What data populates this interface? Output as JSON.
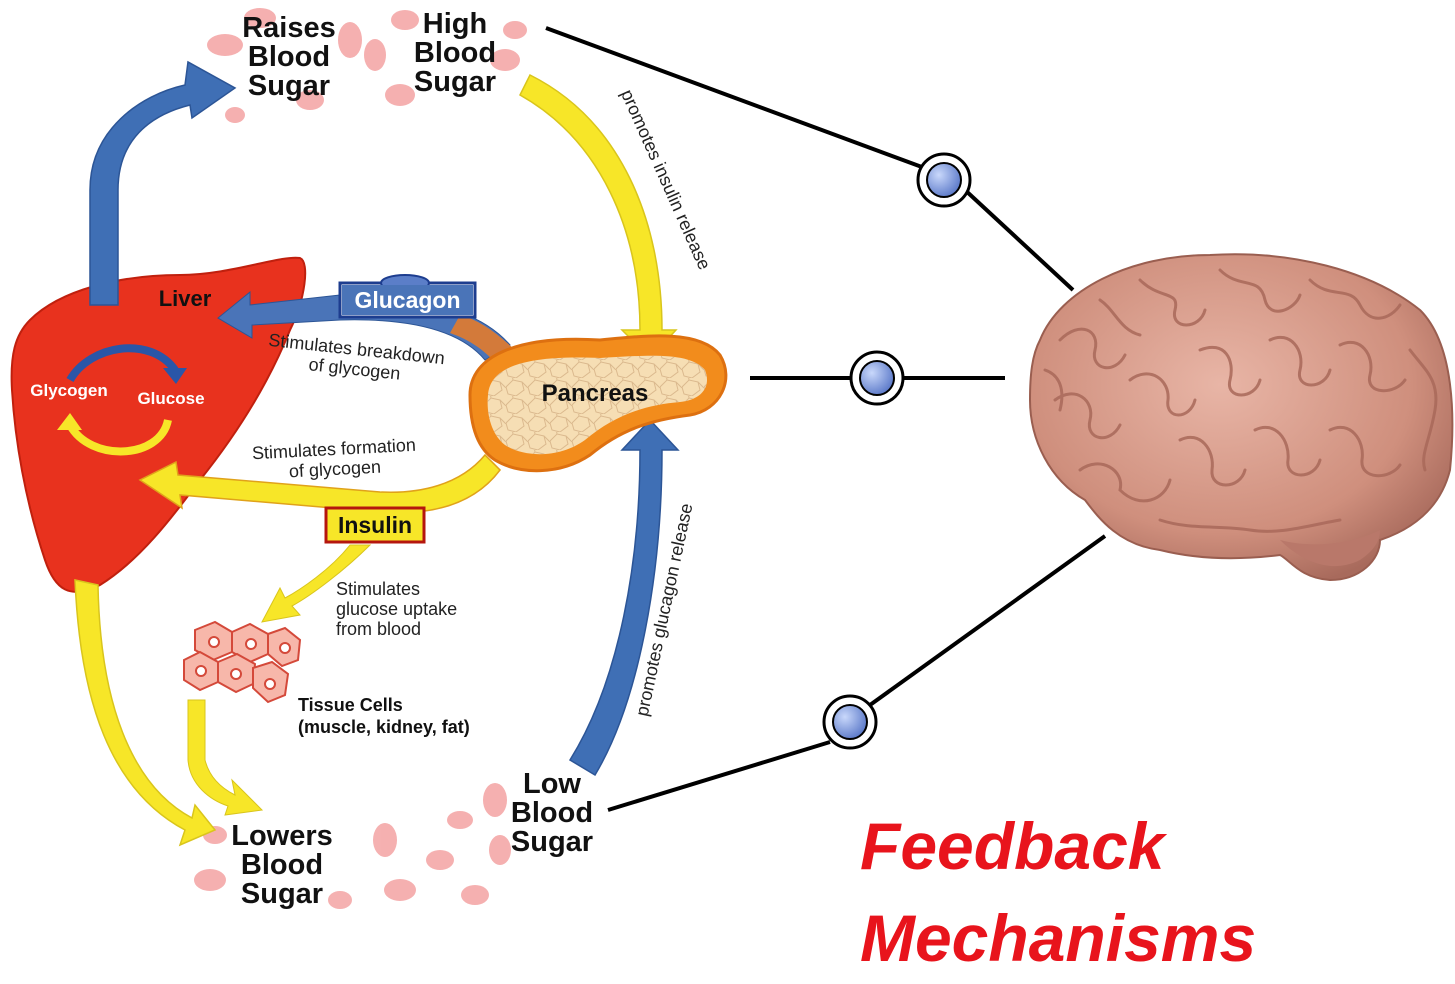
{
  "blood_states": {
    "raises": "Raises\nBlood\nSugar",
    "high": "High\nBlood\nSugar",
    "low": "Low\nBlood\nSugar",
    "lowers": "Lowers\nBlood\nSugar"
  },
  "organs": {
    "liver": "Liver",
    "pancreas": "Pancreas",
    "glycogen": "Glycogen",
    "glucose": "Glucose",
    "tissue_cells": "Tissue Cells\n(muscle, kidney, fat)"
  },
  "hormones": {
    "glucagon": "Glucagon",
    "insulin": "Insulin"
  },
  "processes": {
    "promotes_insulin": "promotes insulin release",
    "promotes_glucagon": "promotes glucagon release",
    "breakdown_glycogen": "Stimulates breakdown\nof glycogen",
    "formation_glycogen": "Stimulates formation\nof glycogen",
    "glucose_uptake": "Stimulates\nglucose uptake\nfrom blood"
  },
  "title": "Feedback\nMechanisms",
  "colors": {
    "liver": "#e8321e",
    "pancreas_ring": "#f28c1c",
    "pancreas_fill": "#f6deb4",
    "insulin_arrow": "#f7e628",
    "glucagon_arrow": "#3f6fb5",
    "blood_cell": "#f3a3a3",
    "title": "#e8141c",
    "node": "#8fa9e6",
    "brain": "#d69a8a"
  },
  "icons": {
    "brain": "brain-icon",
    "connector_node": "connector-node-icon",
    "tissue_cells": "tissue-cells-icon"
  }
}
